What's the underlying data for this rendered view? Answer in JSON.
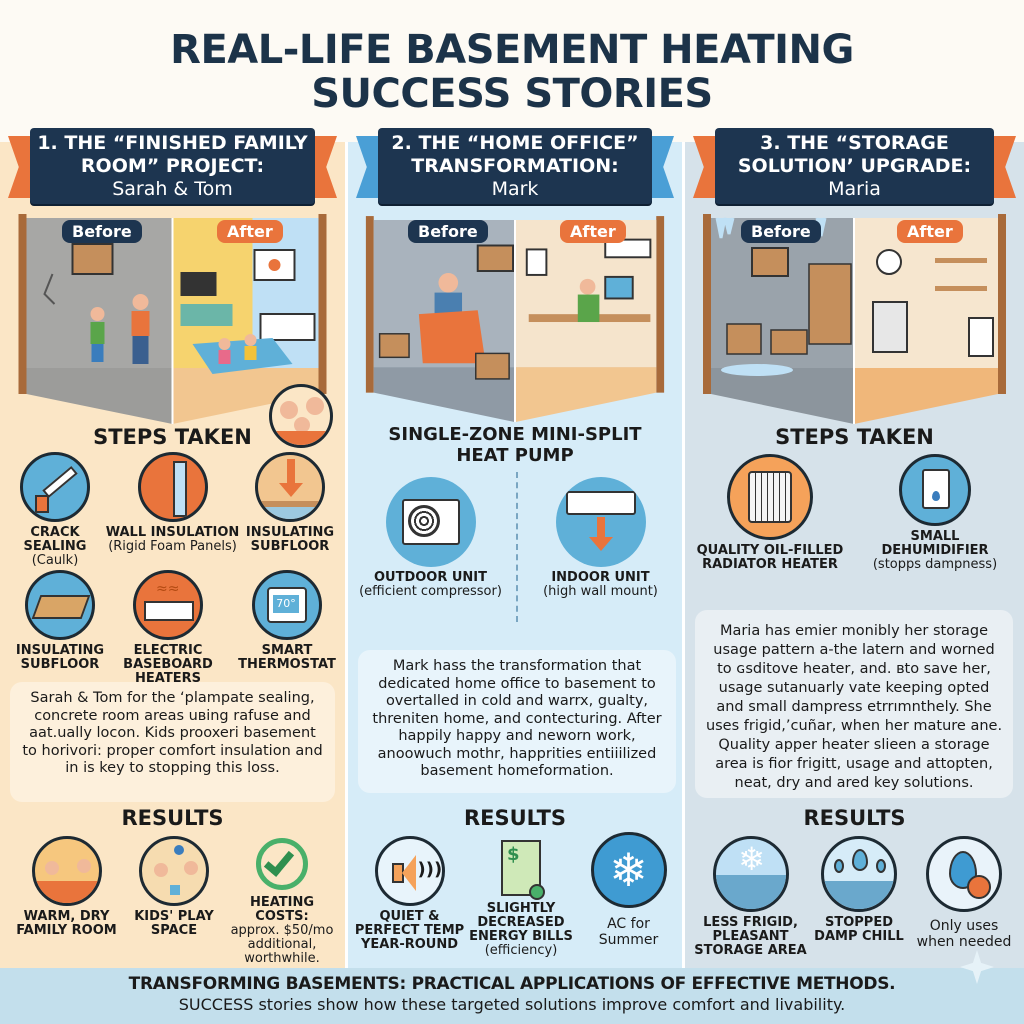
{
  "title": {
    "line1": "REAL-LIFE BASEMENT HEATING",
    "line2": "SUCCESS STORIES"
  },
  "colors": {
    "navy": "#1d3550",
    "orange": "#e9743c",
    "col1_bg": "#fbe6c6",
    "col2_bg": "#d6ecf8",
    "col3_bg": "#d6e2ea",
    "footer_bg": "#c3dfec"
  },
  "stories": [
    {
      "banner": {
        "line1": "1. THE “FINISHED FAMILY",
        "line2": "ROOM” PROJECT:",
        "line3": "Sarah & Tom"
      },
      "before_label": "Before",
      "after_label": "After",
      "steps_title": "STEPS TAKEN",
      "steps": [
        {
          "icon": "caulk-gun-icon",
          "label": "CRACK SEALING",
          "sub": "(Caulk)"
        },
        {
          "icon": "wall-insulation-icon",
          "label": "WALL INSULATION",
          "sub": "(Rigid Foam Panels)"
        },
        {
          "icon": "subfloor-arrow-icon",
          "label": "INSULATING SUBFLOOR",
          "sub": ""
        },
        {
          "icon": "subfloor-panel-icon",
          "label": "INSULATING SUBFLOOR",
          "sub": ""
        },
        {
          "icon": "baseboard-heater-icon",
          "label": "ELECTRIC BASEBOARD HEATERS",
          "sub": ""
        },
        {
          "icon": "smart-thermostat-icon",
          "label": "SMART THERMOSTAT",
          "sub": "",
          "display": "70°"
        }
      ],
      "story": "Sarah & Tom for the ‘plampate sealing, concrete room areas uʙing rafuse and aat.ually locon. Kids prooxeri basement to horivori: proper comfort insulation and in is key to stopping this loss.",
      "results_title": "RESULTS",
      "results": [
        {
          "icon": "warm-family-icon",
          "label": "WARM, DRY FAMILY ROOM",
          "sub": ""
        },
        {
          "icon": "kids-play-icon",
          "label": "KIDS' PLAY SPACE",
          "sub": ""
        },
        {
          "icon": "checkmark-icon",
          "label": "HEATING COSTS:",
          "sub": "approx. $50/mo additional, worthwhile."
        }
      ]
    },
    {
      "banner": {
        "line1": "2. THE “HOME OFFICE”",
        "line2": "TRANSFORMATION:",
        "line3": "Mark"
      },
      "before_label": "Before",
      "after_label": "After",
      "steps_title": "SINGLE-ZONE MINI-SPLIT HEAT PUMP",
      "steps": [
        {
          "icon": "outdoor-unit-icon",
          "label": "OUTDOOR UNIT",
          "sub": "(efficient compressor)"
        },
        {
          "icon": "indoor-unit-icon",
          "label": "INDOOR UNIT",
          "sub": "(high wall mount)"
        }
      ],
      "story": "Mark hass the transformation that dedicated home office to basement to overtalled in cold and warrx, gualty, threniten home, and contecturing. After happily happy and neworn work, anoowuch mothr, happrities entiiilized basement homeformation.",
      "results_title": "RESULTS",
      "results": [
        {
          "icon": "speaker-icon",
          "label": "QUIET & PERFECT TEMP YEAR-ROUND",
          "sub": ""
        },
        {
          "icon": "energy-bill-icon",
          "label": "SLIGHTLY DECREASED ENERGY BILLS",
          "sub": "(efficiency)"
        },
        {
          "icon": "snowflake-icon",
          "label": "",
          "sub": "AC for Summer"
        }
      ]
    },
    {
      "banner": {
        "line1": "3. THE “STORAGE",
        "line2": "SOLUTION’ UPGRADE:",
        "line3": "Maria"
      },
      "before_label": "Before",
      "after_label": "After",
      "steps_title": "STEPS TAKEN",
      "steps": [
        {
          "icon": "oil-radiator-icon",
          "label": "QUALITY OIL-FILLED RADIATOR HEATER",
          "sub": ""
        },
        {
          "icon": "dehumidifier-icon",
          "label": "SMALL DEHUMIDIFIER",
          "sub": "(stopps dampness)"
        }
      ],
      "story": "Maria has emier monibly her storage usage pattern a-the latern and worned to ɢsditove heater, and. ʙto save her, usage sutanuarly vate keeping opted and small dampress etrrımnthely. She uses frigid,’cuñar, when her mature ane. Quality apper heater slieen a storage area is fior frigitt, usage and attopten, neat, dry and ared key solutions.",
      "results_title": "RESULTS",
      "results": [
        {
          "icon": "frost-icon",
          "label": "LESS FRIGID, PLEASANT STORAGE AREA",
          "sub": ""
        },
        {
          "icon": "water-drops-icon",
          "label": "STOPPED DAMP CHILL",
          "sub": ""
        },
        {
          "icon": "drop-clock-icon",
          "label": "",
          "sub": "Only uses when needed"
        }
      ]
    }
  ],
  "footer": {
    "line1": "TRANSFORMING BASEMENTS: PRACTICAL APPLICATIONS OF EFFECTIVE METHODS.",
    "line2": "SUCCESS stories show how these targeted solutions improve comfort and livability."
  }
}
